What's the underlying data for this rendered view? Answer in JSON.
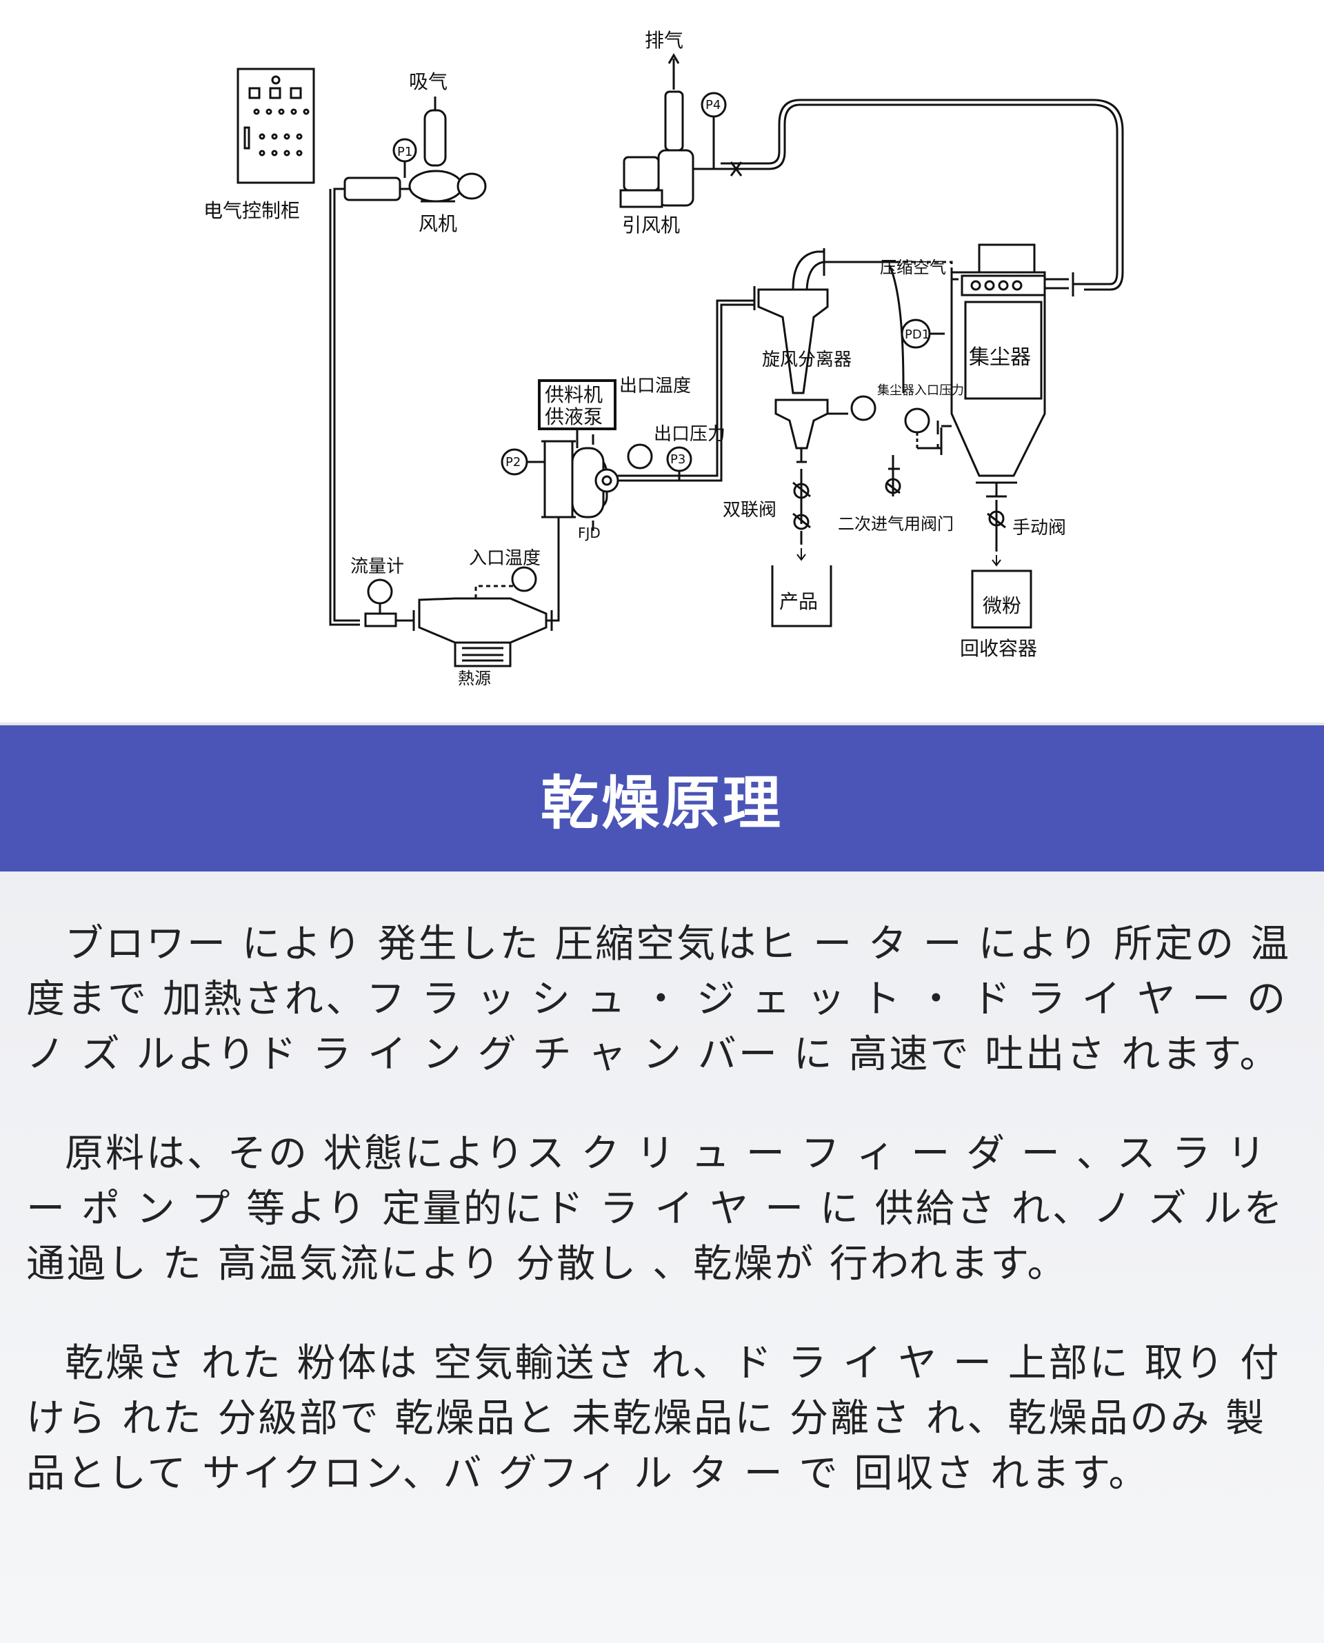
{
  "diagram": {
    "labels": {
      "exhaust": "排气",
      "intake": "吸气",
      "control_cabinet": "电气控制柜",
      "blower": "风机",
      "induced_fan": "引风机",
      "compressed_air": "压缩空气",
      "cyclone": "旋风分离器",
      "dust_collector": "集尘器",
      "feeder_line1": "供料机",
      "feeder_line2": "供液泵",
      "outlet_temp": "出口温度",
      "outlet_pressure": "出口压力",
      "collector_inlet_pressure": "集尘器入口压力",
      "twin_valve": "双联阀",
      "secondary_air_valve": "二次进气用阀门",
      "manual_valve": "手动阀",
      "product": "产品",
      "fine_powder": "微粉",
      "recovery_container": "回收容器",
      "flowmeter": "流量计",
      "inlet_temp": "入口温度",
      "heat_source": "熱源",
      "fjd": "FJD",
      "p1": "P1",
      "p2": "P2",
      "p3": "P3",
      "p4": "P4",
      "pd1": "PD1"
    }
  },
  "header": {
    "title": "乾燥原理"
  },
  "body": {
    "paragraphs": [
      "ブロワー により 発生した 圧縮空気はヒ ー タ ー により 所定の 温度まで 加熱され、フ ラ ッ シ ュ ・ ジ ェ ッ ト ・ ド ラ イ ヤ ー のノ ズ ルよりド ラ イ ン グ チ ャ ン バー に 高速で 吐出さ れます。",
      "原料は、その 状態によりス ク リ ュ ー フ ィ ー ダ ー 、ス ラ リ ー ポ ン プ 等より 定量的にド ラ イ ヤ ー に 供給さ れ、ノ ズ ルを 通過し た 高温気流により 分散し 、乾燥が 行われます。",
      "乾燥さ れた 粉体は 空気輸送さ れ、ド ラ イ ヤ ー 上部に 取り 付けら れた 分級部で 乾燥品と 未乾燥品に 分離さ れ、乾燥品のみ 製品として サイクロン、バ グフィ ル タ ー で 回収さ れます。"
    ]
  }
}
